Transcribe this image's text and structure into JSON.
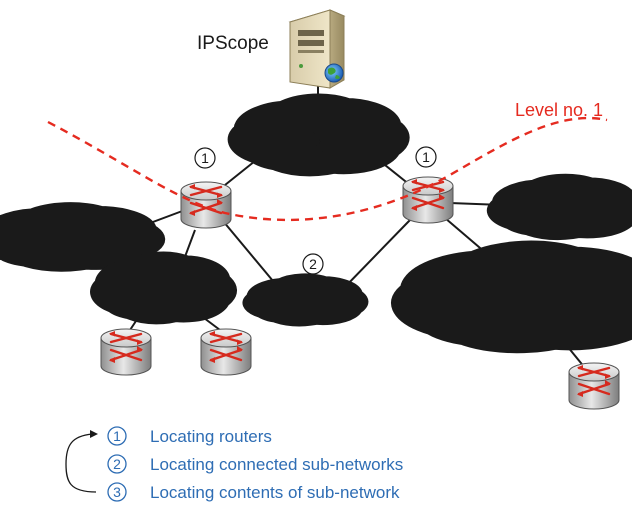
{
  "diagram": {
    "server_label": "IPScope",
    "level_label": "Level no. 1",
    "marker_1_left": "1",
    "marker_1_right": "1",
    "marker_2": "2",
    "marker_3": "3",
    "level_color": "#e52b20",
    "legend_color": "#2e6db4"
  },
  "legend": {
    "items": [
      {
        "num": "1",
        "text": "Locating routers"
      },
      {
        "num": "2",
        "text": "Locating connected sub-networks"
      },
      {
        "num": "3",
        "text": "Locating contents of sub-network"
      }
    ]
  }
}
